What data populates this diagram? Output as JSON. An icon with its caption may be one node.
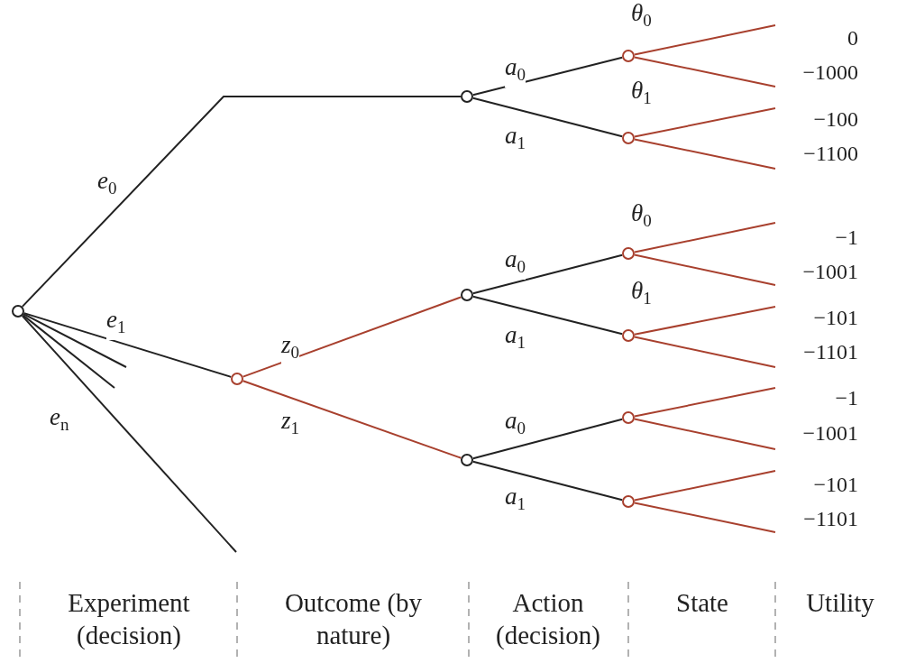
{
  "diagram": {
    "nodes": [
      {
        "text": [],
        "shape": "circle"
      },
      {
        "text": [],
        "shape": "circle"
      },
      {
        "text": [],
        "shape": "circle"
      },
      {
        "text": [],
        "shape": "circle"
      },
      {
        "text": [],
        "shape": "circle"
      },
      {
        "text": [],
        "shape": "circle"
      },
      {
        "text": [],
        "shape": "circle"
      },
      {
        "text": [],
        "shape": "circle"
      },
      {
        "text": [],
        "shape": "circle"
      },
      {
        "text": [],
        "shape": "circle"
      },
      {
        "text": [],
        "shape": "circle"
      }
    ],
    "edges": [
      {
        "from": 0,
        "to": 1,
        "arrow": "none",
        "label": "*e*$_{0}$",
        "color": "#222222"
      },
      {
        "from": 0,
        "to": 4,
        "arrow": "none",
        "label": "*e*$_{1}$",
        "color": "#222222"
      },
      {
        "from": 0,
        "to": null,
        "arrow": "none",
        "color": "#222222"
      },
      {
        "from": 0,
        "to": null,
        "arrow": "none",
        "color": "#222222"
      },
      {
        "from": 0,
        "to": null,
        "arrow": "none",
        "label": "*e*$_{n}$",
        "color": "#222222"
      },
      {
        "from": 1,
        "to": 2,
        "arrow": "none",
        "label": "*a*$_{0}$",
        "color": "#222222"
      },
      {
        "from": 1,
        "to": 3,
        "arrow": "none",
        "label": "*a*$_{1}$",
        "color": "#222222"
      },
      {
        "from": 2,
        "to": null,
        "arrow": "none",
        "label": "*θ*$_{0}$"
      },
      {
        "from": 2,
        "to": null,
        "arrow": "none",
        "label": "*θ*$_{1}$"
      },
      {
        "from": 3,
        "to": null,
        "arrow": "none"
      },
      {
        "from": 3,
        "to": null,
        "arrow": "none"
      },
      {
        "from": 4,
        "to": 5,
        "arrow": "none",
        "label": "*z*$_{0}$"
      },
      {
        "from": 4,
        "to": 8,
        "arrow": "none",
        "label": "*z*$_{1}$"
      },
      {
        "from": 5,
        "to": 6,
        "arrow": "none",
        "label": "*a*$_{0}$",
        "color": "#222222"
      },
      {
        "from": 5,
        "to": 7,
        "arrow": "none",
        "label": "*a*$_{1}$",
        "color": "#222222"
      },
      {
        "from": 6,
        "to": null,
        "arrow": "none",
        "label": "*θ*$_{0}$"
      },
      {
        "from": 6,
        "to": null,
        "arrow": "none",
        "label": "*θ*$_{1}$"
      },
      {
        "from": 7,
        "to": null,
        "arrow": "none"
      },
      {
        "from": 7,
        "to": null,
        "arrow": "none"
      },
      {
        "from": 8,
        "to": 9,
        "arrow": "none",
        "label": "*a*$_{0}$",
        "color": "#222222"
      },
      {
        "from": 8,
        "to": 10,
        "arrow": "none",
        "label": "*a*$_{1}$",
        "color": "#222222"
      },
      {
        "from": 9,
        "to": null,
        "arrow": "none"
      },
      {
        "from": 9,
        "to": null,
        "arrow": "none"
      },
      {
        "from": 10,
        "to": null,
        "arrow": "none"
      },
      {
        "from": 10,
        "to": null,
        "arrow": "none"
      }
    ],
    "labels": [
      "0",
      "−1000",
      "−100",
      "−1100",
      "−1",
      "−1001",
      "−101",
      "−1101",
      "−1",
      "−1001",
      "−101",
      "−1101",
      "Experiment (decision)",
      "Outcome (by nature)",
      "Action (decision)",
      "State",
      "Utility"
    ]
  }
}
